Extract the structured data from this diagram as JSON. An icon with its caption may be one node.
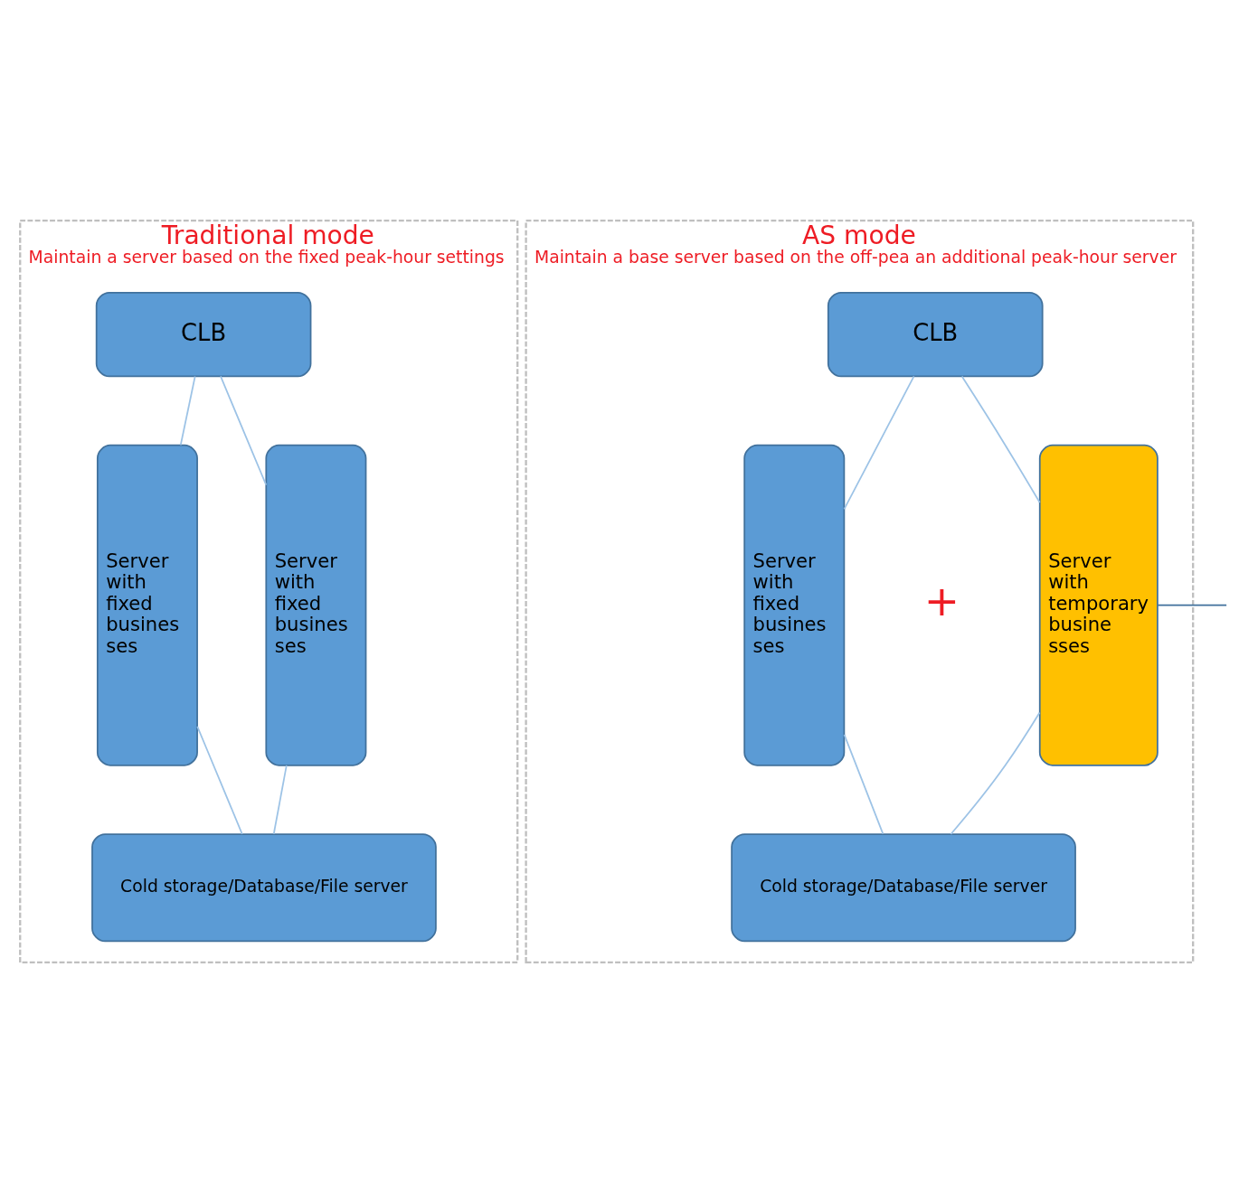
{
  "diagram": {
    "nodes": [
      {
        "text": [
          "Traditional mode",
          "Maintain a server based on the fixed peak-hour settings"
        ]
      },
      {
        "text": [
          "CLB"
        ],
        "in": 0
      },
      {
        "text": [
          "Server with fixed busines ses"
        ],
        "in": 0
      },
      {
        "text": [
          "Server with fixed busines ses"
        ],
        "in": 0
      },
      {
        "text": [
          "Cold storage/Database/File server"
        ],
        "in": 0
      },
      {
        "text": [
          "AS mode",
          "Maintain a base server based on the off-pea an additional peak-hour server"
        ]
      },
      {
        "text": [
          "CLB"
        ],
        "in": 5
      },
      {
        "text": [
          "Server with fixed busines ses"
        ],
        "in": 5
      },
      {
        "text": [
          "Server with temporary busine sses"
        ],
        "in": 5
      },
      {
        "text": [
          "Cold storage/Database/File server"
        ],
        "in": 5
      }
    ],
    "edges": [
      {
        "from": 1,
        "to": 2,
        "arrow": "none"
      },
      {
        "from": 1,
        "to": 3,
        "arrow": "none"
      },
      {
        "from": 2,
        "to": 4,
        "arrow": "none"
      },
      {
        "from": 3,
        "to": 4,
        "arrow": "none"
      },
      {
        "from": 6,
        "to": 7,
        "arrow": "none"
      },
      {
        "from": 6,
        "to": 8,
        "arrow": "none"
      },
      {
        "from": 7,
        "to": 9,
        "arrow": "none"
      },
      {
        "from": 8,
        "to": 9,
        "arrow": "none"
      },
      {
        "from": 8,
        "to": null,
        "arrow": "none",
        "color": "#41719c"
      }
    ],
    "labels": [
      "+"
    ]
  }
}
